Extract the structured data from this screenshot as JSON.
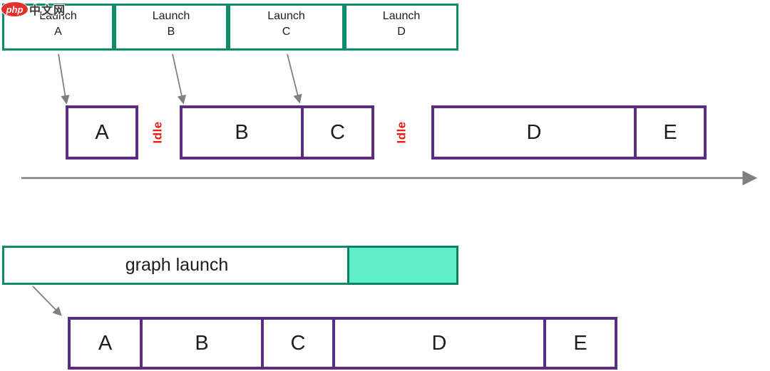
{
  "colors": {
    "teal": "#0f8b6d",
    "teal_dark": "#0c8166",
    "mint_fill": "#5ff0c9",
    "purple": "#5b2c83",
    "idle_red": "#ee1b12",
    "arrow_gray": "#7f7f7f",
    "text_dark": "#1c1c1c",
    "logo_red": "#e2302c"
  },
  "watermark": {
    "brand": "php",
    "site": "中文网"
  },
  "launch_row": {
    "items": [
      {
        "line1": "Launch",
        "line2": "A"
      },
      {
        "line1": "Launch",
        "line2": "B"
      },
      {
        "line1": "Launch",
        "line2": "C"
      },
      {
        "line1": "Launch",
        "line2": "D"
      }
    ]
  },
  "stream_timeline": {
    "blocks": [
      {
        "label": "A"
      },
      {
        "label": "B"
      },
      {
        "label": "C"
      },
      {
        "label": "D"
      },
      {
        "label": "E"
      }
    ],
    "idle": [
      {
        "label": "Idle"
      },
      {
        "label": "Idle"
      }
    ]
  },
  "graph_launch": {
    "label": "graph launch"
  },
  "graph_timeline": {
    "blocks": [
      {
        "label": "A"
      },
      {
        "label": "B"
      },
      {
        "label": "C"
      },
      {
        "label": "D"
      },
      {
        "label": "E"
      }
    ]
  }
}
